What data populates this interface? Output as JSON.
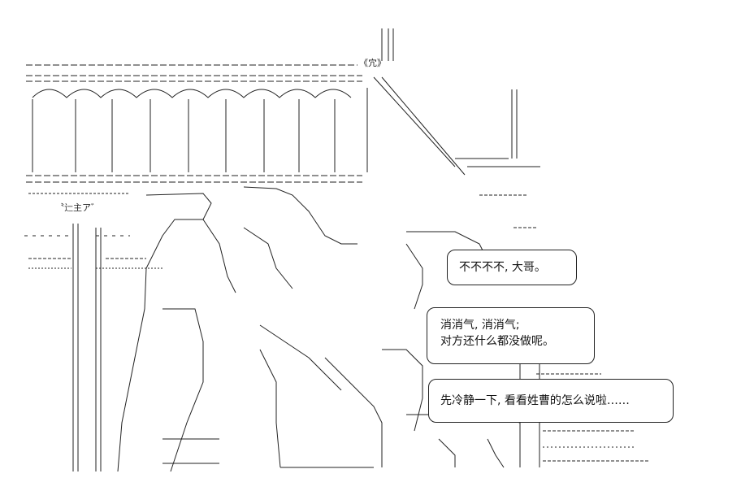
{
  "art": {
    "sign_text": "《宂》",
    "bottom_left_label": "〝辷主ア゛"
  },
  "speech": {
    "bubble1": "不不不不, 大哥。",
    "bubble2_line1": "消消气, 消消气;",
    "bubble2_line2": "对方还什么都没做呢。",
    "bubble3": "先冷静一下, 看看姓曹的怎么说啦……"
  }
}
